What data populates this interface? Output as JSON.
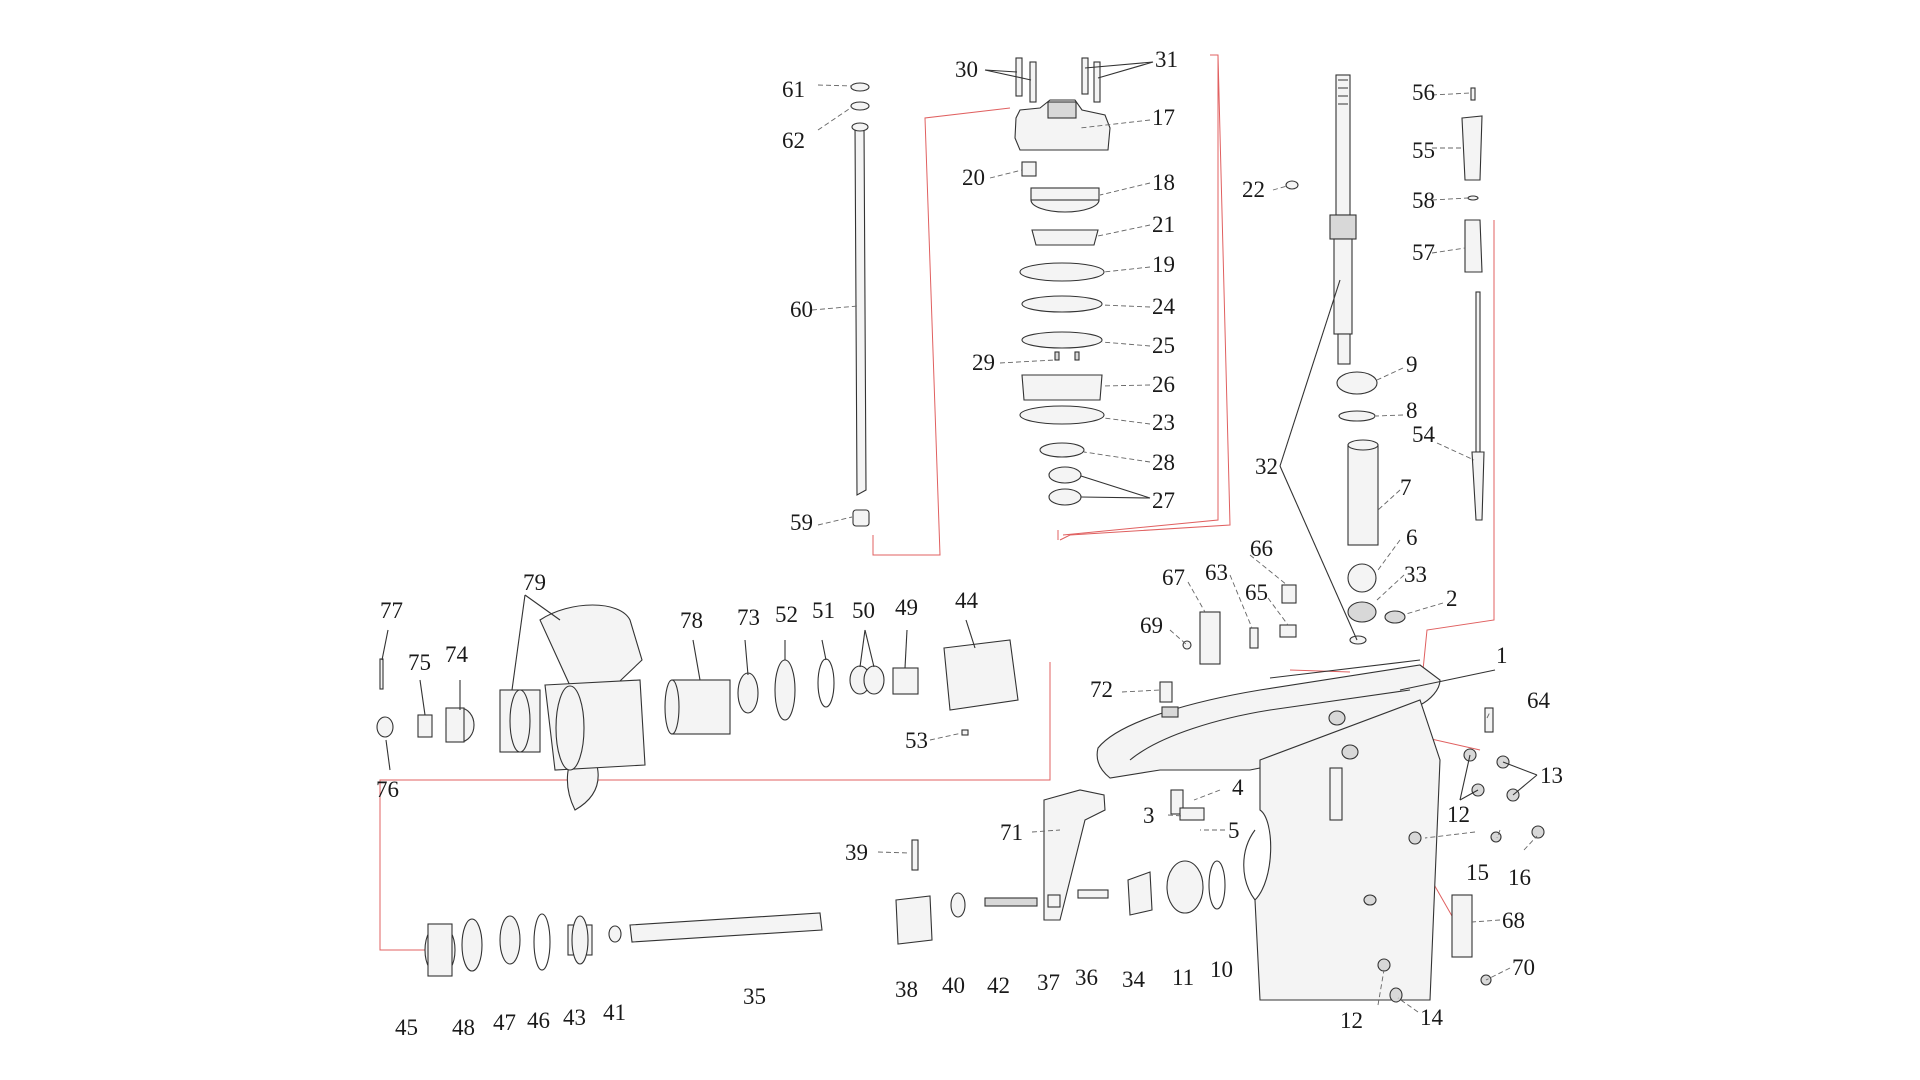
{
  "callouts": [
    "1",
    "2",
    "3",
    "4",
    "5",
    "6",
    "7",
    "8",
    "9",
    "10",
    "11",
    "12",
    "12",
    "12",
    "13",
    "14",
    "15",
    "16",
    "17",
    "18",
    "19",
    "20",
    "21",
    "22",
    "23",
    "24",
    "25",
    "26",
    "27",
    "28",
    "29",
    "30",
    "31",
    "32",
    "33",
    "34",
    "35",
    "36",
    "37",
    "38",
    "39",
    "40",
    "41",
    "42",
    "43",
    "44",
    "45",
    "46",
    "47",
    "48",
    "49",
    "50",
    "51",
    "52",
    "53",
    "54",
    "55",
    "56",
    "57",
    "58",
    "59",
    "60",
    "61",
    "62",
    "63",
    "64",
    "65",
    "66",
    "67",
    "68",
    "69",
    "70",
    "71",
    "72",
    "73",
    "74",
    "75",
    "76",
    "77",
    "78",
    "79"
  ],
  "colors": {
    "assembly_line": "#e06060",
    "linework": "#333333",
    "background": "#ffffff"
  }
}
